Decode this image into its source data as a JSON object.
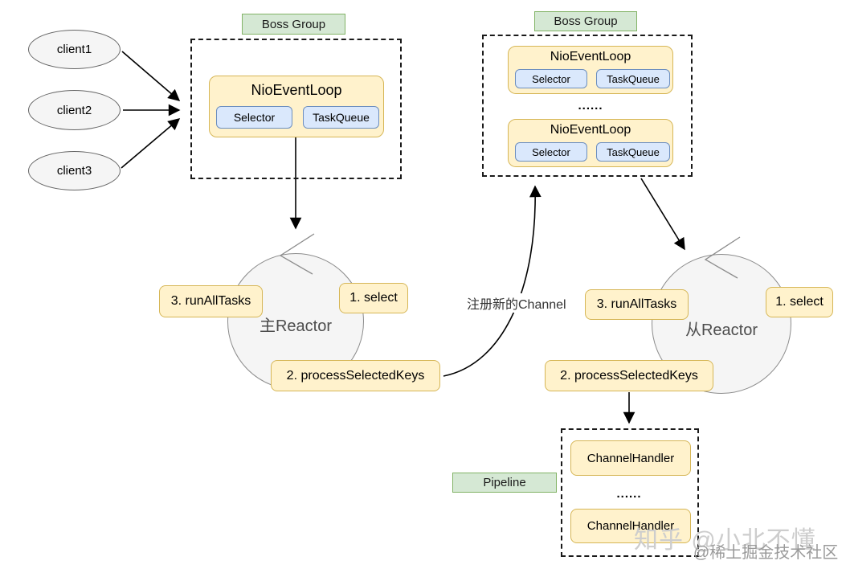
{
  "clients": [
    {
      "label": "client1"
    },
    {
      "label": "client2"
    },
    {
      "label": "client3"
    }
  ],
  "boss_group_left": {
    "label": "Boss Group",
    "event_loop": {
      "title": "NioEventLoop",
      "selector": "Selector",
      "task_queue": "TaskQueue"
    }
  },
  "boss_group_right": {
    "label": "Boss Group",
    "ellipsis": "......",
    "event_loops": [
      {
        "title": "NioEventLoop",
        "selector": "Selector",
        "task_queue": "TaskQueue"
      },
      {
        "title": "NioEventLoop",
        "selector": "Selector",
        "task_queue": "TaskQueue"
      }
    ]
  },
  "main_reactor": {
    "name": "主Reactor",
    "step_select": "1. select",
    "step_process": "2. processSelectedKeys",
    "step_run": "3. runAllTasks"
  },
  "sub_reactor": {
    "name": "从Reactor",
    "step_select": "1. select",
    "step_process": "2. processSelectedKeys",
    "step_run": "3. runAllTasks"
  },
  "edges": {
    "register_channel_label": "注册新的Channel"
  },
  "pipeline": {
    "label": "Pipeline",
    "ellipsis": "......",
    "handlers": [
      {
        "title": "ChannelHandler"
      },
      {
        "title": "ChannelHandler"
      }
    ]
  },
  "watermark": {
    "line1": "知乎 @小北不懂",
    "line2": "@稀土掘金技术社区"
  },
  "colors": {
    "node_yellow_fill": "#fff2cc",
    "node_yellow_border": "#d6b656",
    "node_blue_fill": "#dae8fc",
    "node_blue_border": "#6c8ebf",
    "label_green_fill": "#d5e8d4",
    "label_green_border": "#82b366",
    "shape_gray_fill": "#f5f5f5",
    "shape_gray_border": "#8c8c8c",
    "arrow_color": "#000000"
  }
}
